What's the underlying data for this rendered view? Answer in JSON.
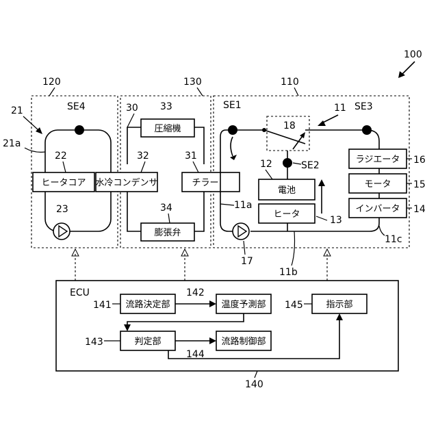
{
  "system_ref": "100",
  "units": {
    "water_loop": {
      "ref": "120",
      "circuit_ref": "21",
      "pipe_ref": "21a",
      "sensor": "SE4"
    },
    "refrigerant": {
      "ref": "130"
    },
    "main_circuit": {
      "ref": "110",
      "circuit_ref": "11",
      "pipe_a": "11a",
      "pipe_b": "11b",
      "pipe_c": "11c"
    },
    "ecu": {
      "ref": "140",
      "label": "ECU"
    }
  },
  "components": {
    "heater_core": {
      "label": "ヒータコア",
      "ref": "22"
    },
    "pump_23": {
      "ref": "23"
    },
    "compressor": {
      "label": "圧縮機",
      "ref": "33"
    },
    "water_condenser": {
      "label": "水冷コンデンサ",
      "ref": "32"
    },
    "expansion_valve": {
      "label": "膨張弁",
      "ref": "34"
    },
    "chiller": {
      "label": "チラー",
      "ref": "31"
    },
    "label_30": "30",
    "valve_18": {
      "ref": "18"
    },
    "battery": {
      "label": "電池",
      "ref": "12"
    },
    "heater": {
      "label": "ヒータ",
      "ref": "13"
    },
    "pump_17": {
      "ref": "17"
    },
    "radiator": {
      "label": "ラジエータ",
      "ref": "16"
    },
    "motor": {
      "label": "モータ",
      "ref": "15"
    },
    "inverter": {
      "label": "インバータ",
      "ref": "14"
    }
  },
  "sensors": {
    "se1": "SE1",
    "se2": "SE2",
    "se3": "SE3",
    "se4": "SE4"
  },
  "ecu_blocks": {
    "route_decision": {
      "label": "流路決定部",
      "ref": "141"
    },
    "temp_prediction": {
      "label": "温度予測部",
      "ref": "142"
    },
    "judgment": {
      "label": "判定部",
      "ref": "143"
    },
    "route_control": {
      "label": "流路制御部",
      "ref": "144"
    },
    "instruction": {
      "label": "指示部",
      "ref": "145"
    }
  }
}
